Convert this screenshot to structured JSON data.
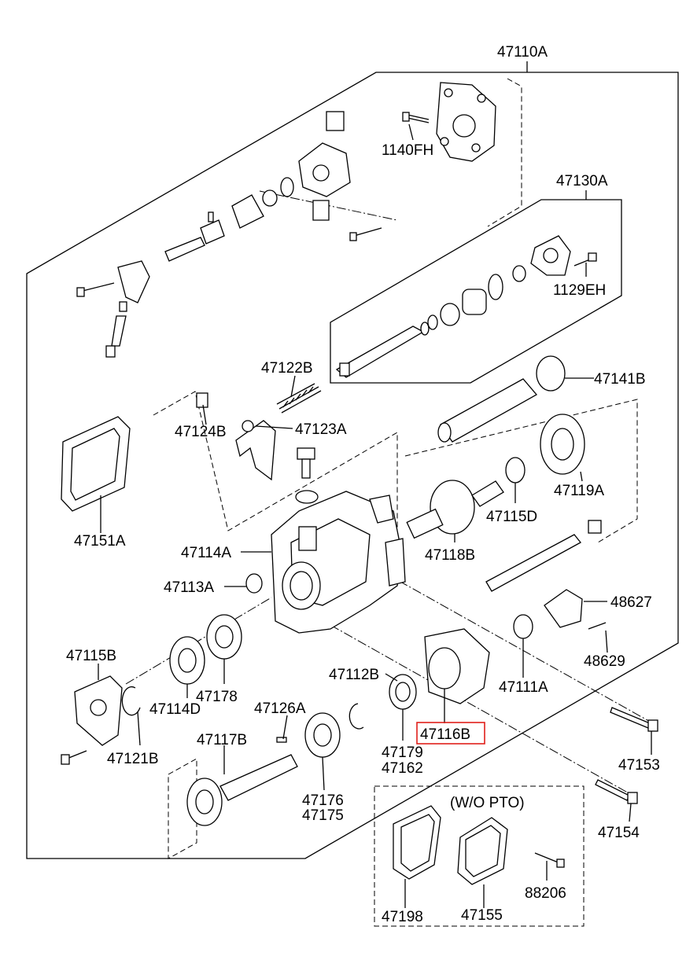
{
  "diagram": {
    "highlight_color": "#e0201b",
    "line_color": "#000000",
    "labels": {
      "p47110A": "47110A",
      "p1140FH": "1140FH",
      "p47130A": "47130A",
      "p1129EH": "1129EH",
      "p47122B": "47122B",
      "p47141B": "47141B",
      "p47124B": "47124B",
      "p47123A": "47123A",
      "p47151A": "47151A",
      "p47119A": "47119A",
      "p47115D": "47115D",
      "p47114A": "47114A",
      "p47118B": "47118B",
      "p47113A": "47113A",
      "p48627": "48627",
      "p48629": "48629",
      "p47115B": "47115B",
      "p47112B": "47112B",
      "p47111A": "47111A",
      "p47178": "47178",
      "p47114D": "47114D",
      "p47126A": "47126A",
      "p47116B": "47116B",
      "p47117B": "47117B",
      "p47121B": "47121B",
      "p47179": "47179",
      "p47162": "47162",
      "p47153": "47153",
      "p47176": "47176",
      "p47175": "47175",
      "wo_pto": "(W/O PTO)",
      "p47154": "47154",
      "p88206": "88206",
      "p47198": "47198",
      "p47155": "47155"
    }
  }
}
